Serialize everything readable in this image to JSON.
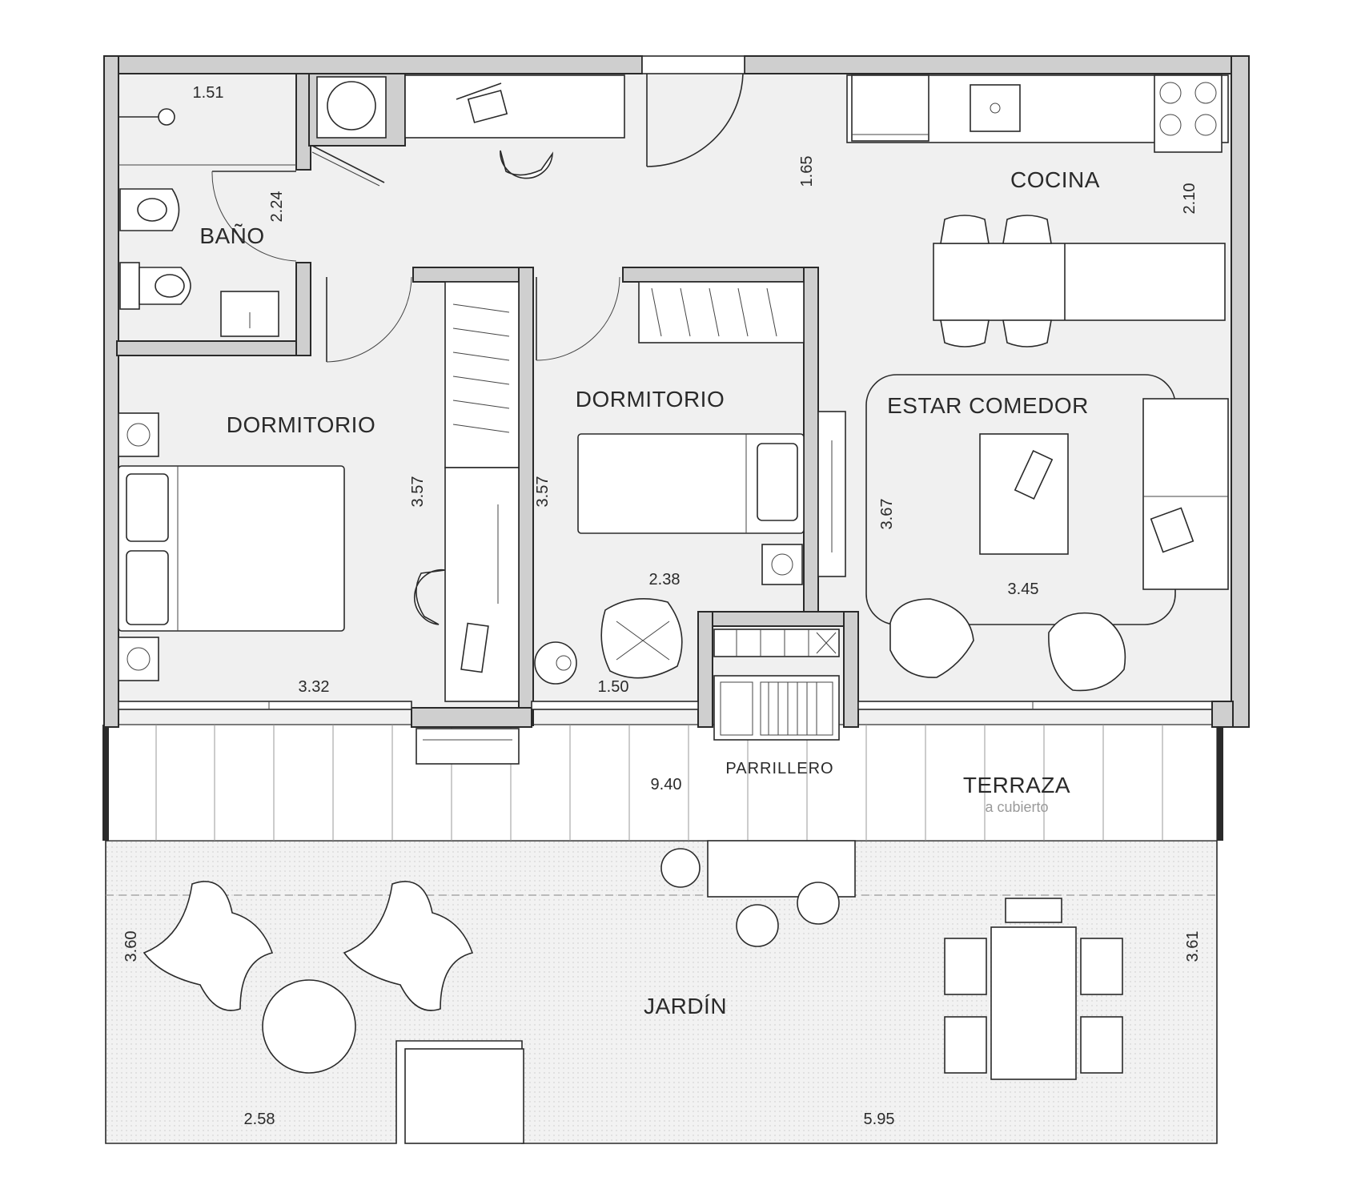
{
  "rooms": {
    "bano": "BAÑO",
    "dormitorio_1": "DORMITORIO",
    "dormitorio_2": "DORMITORIO",
    "cocina": "COCINA",
    "estar_comedor": "ESTAR COMEDOR",
    "parrillero": "PARRILLERO",
    "terraza": "TERRAZA",
    "terraza_sub": "a cubierto",
    "jardin": "JARDÍN"
  },
  "dimensions": {
    "bano_top": "1.51",
    "bano_side": "2.24",
    "hall": "1.65",
    "cocina_side": "2.10",
    "dorm1_width": "3.32",
    "dorm1_depth": "3.57",
    "dorm2_depth": "3.57",
    "dorm2_width": "2.38",
    "closet": "1.50",
    "estar_depth": "3.67",
    "estar_width": "3.45",
    "terraza_width": "9.40",
    "jardin_left": "3.60",
    "jardin_right": "3.61",
    "jardin_bottom_left": "2.58",
    "jardin_bottom_right": "5.95"
  },
  "colors": {
    "wall_fill": "#cfcfcf",
    "floor_fill": "#f0f0f0",
    "garden_fill": "#f2f2f2",
    "line": "#2a2a2a"
  }
}
